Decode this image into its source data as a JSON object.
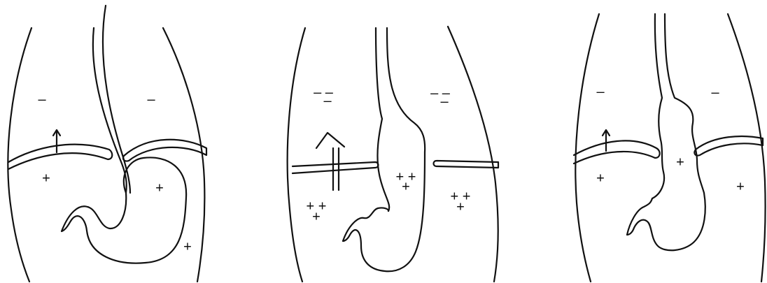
{
  "panels": [
    {
      "id": "left",
      "signs": [
        {
          "text": "–",
          "role": "thoracic-negative-left"
        },
        {
          "text": "–",
          "role": "thoracic-negative-right"
        },
        {
          "text": "+",
          "role": "abdominal-positive-left"
        },
        {
          "text": "+",
          "role": "abdominal-positive-right"
        },
        {
          "text": "+",
          "role": "abdominal-positive-lower"
        }
      ]
    },
    {
      "id": "middle",
      "signs": [
        {
          "text": "– –",
          "role": "thoracic-negative-left-top"
        },
        {
          "text": "–",
          "role": "thoracic-negative-left-bottom"
        },
        {
          "text": "– –",
          "role": "thoracic-negative-right-top"
        },
        {
          "text": "–",
          "role": "thoracic-negative-right-bottom"
        },
        {
          "text": "+ +",
          "role": "stomach-positive-top"
        },
        {
          "text": "+",
          "role": "stomach-positive-bottom"
        },
        {
          "text": "+ +",
          "role": "abdominal-positive-left-top"
        },
        {
          "text": "+",
          "role": "abdominal-positive-left-bottom"
        },
        {
          "text": "+ +",
          "role": "abdominal-positive-right-top"
        },
        {
          "text": "+",
          "role": "abdominal-positive-right-bottom"
        }
      ]
    },
    {
      "id": "right",
      "signs": [
        {
          "text": "–",
          "role": "thoracic-negative-left"
        },
        {
          "text": "–",
          "role": "thoracic-negative-right"
        },
        {
          "text": "+",
          "role": "hernia-positive"
        },
        {
          "text": "+",
          "role": "abdominal-positive-left"
        },
        {
          "text": "+",
          "role": "abdominal-positive-right"
        }
      ]
    }
  ]
}
